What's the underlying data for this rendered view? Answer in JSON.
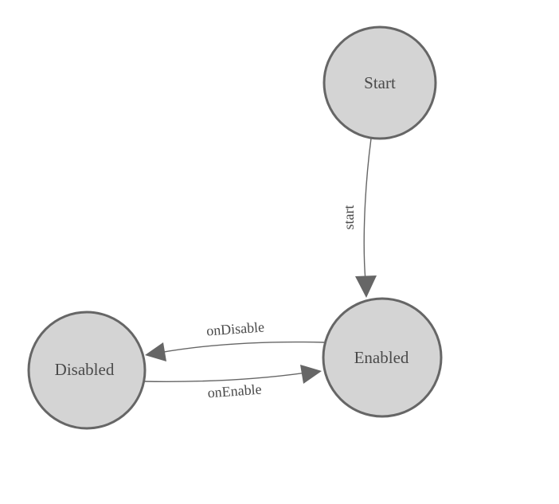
{
  "diagram": {
    "type": "state-machine",
    "colors": {
      "background": "#ffffff",
      "node_fill": "#d4d4d4",
      "node_stroke": "#666666",
      "edge_stroke": "#666666",
      "arrow_fill": "#666666",
      "text": "#4a4a4a"
    },
    "nodes": [
      {
        "id": "Start",
        "label": "Start"
      },
      {
        "id": "Enabled",
        "label": "Enabled"
      },
      {
        "id": "Disabled",
        "label": "Disabled"
      }
    ],
    "edges": [
      {
        "from": "Start",
        "to": "Enabled",
        "label": "start"
      },
      {
        "from": "Enabled",
        "to": "Disabled",
        "label": "onDisable"
      },
      {
        "from": "Disabled",
        "to": "Enabled",
        "label": "onEnable"
      }
    ]
  }
}
